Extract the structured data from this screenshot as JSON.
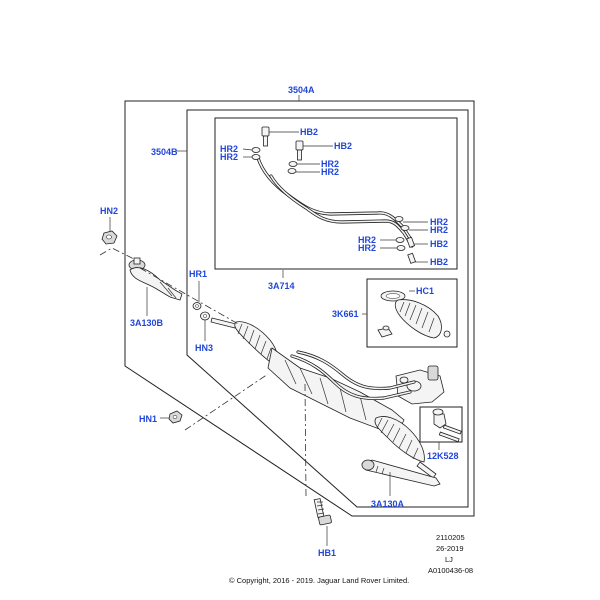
{
  "labels": {
    "assembly_outer": "3504A",
    "assembly_inner": "3504B",
    "pipe_set": "3A714",
    "hb2_a": "HB2",
    "hb2_b": "HB2",
    "hr2_a": "HR2",
    "hr2_b": "HR2",
    "hr2_c": "HR2",
    "hr2_d": "HR2",
    "hr2_e": "HR2",
    "hr2_f": "HR2",
    "hr2_g": "HR2",
    "hr2_h": "HR2",
    "hb2_c": "HB2",
    "hb2_d": "HB2",
    "hn2": "HN2",
    "hr1": "HR1",
    "hn3": "HN3",
    "tie_rod_end": "3A130B",
    "boot_kit": "3K661",
    "hc1": "HC1",
    "hn1": "HN1",
    "valve_kit": "12K528",
    "inner_tie_rod": "3A130A",
    "hb1": "HB1"
  },
  "meta": {
    "code_1": "2110205",
    "code_2": "26-2019",
    "code_3": "LJ",
    "code_4": "A0100436-08",
    "copyright": "© Copyright, 2016 - 2019. Jaguar Land Rover Limited."
  },
  "colors": {
    "label_blue": "#2146d8",
    "line": "#222222",
    "background": "#ffffff"
  }
}
